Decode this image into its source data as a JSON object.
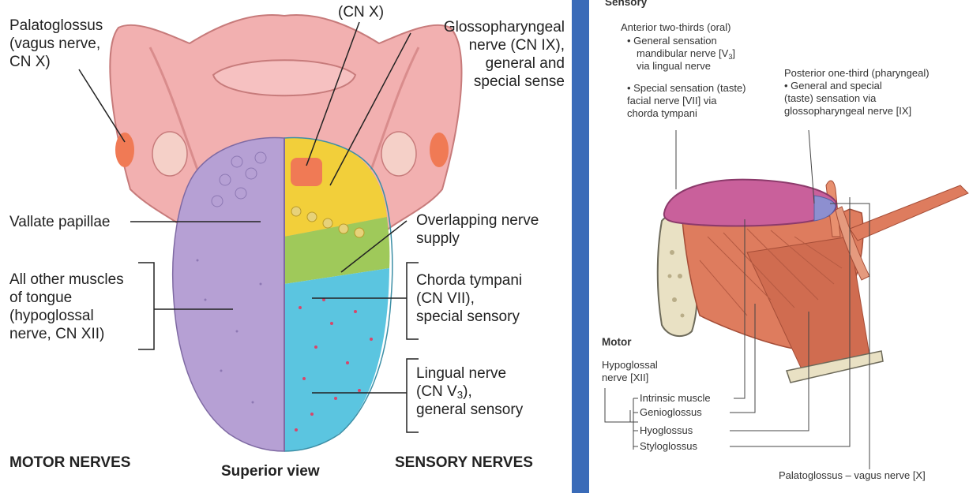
{
  "left": {
    "labels": {
      "cn_x_top": "(CN X)",
      "palatoglossus": "Palatoglossus\n(vagus nerve,\nCN X)",
      "glossopharyngeal": "Glossopharyngeal\nnerve (CN IX),\ngeneral and\nspecial sense",
      "vallate": "Vallate papillae",
      "overlapping": "Overlapping nerve\nsupply",
      "all_other": "All other muscles\nof tongue\n(hypoglossal\nnerve, CN XII)",
      "chorda": "Chorda tympani\n(CN VII),\nspecial sensory",
      "lingual_line1": "Lingual nerve",
      "lingual_cn": "(CN V",
      "lingual_sub": "3",
      "lingual_close": "),",
      "lingual_line3": "general sensory",
      "motor_nerves": "MOTOR NERVES",
      "superior_view": "Superior view",
      "sensory_nerves": "SENSORY NERVES"
    }
  },
  "right": {
    "labels": {
      "sensory_heading": "Sensory",
      "anterior": "Anterior two-thirds (oral)",
      "gen_bullet": "• General sensation",
      "mandibular": "mandibular nerve [V",
      "mandibular_sub": "3",
      "mandibular_close": "]",
      "via_lingual": "via lingual nerve",
      "special": "• Special sensation (taste)\n   facial nerve [VII] via\n   chorda tympani",
      "posterior": "Posterior one-third (pharyngeal)\n• General and special\n   (taste) sensation via\n   glossopharyngeal nerve [IX]",
      "motor_heading": "Motor",
      "hypoglossal": "Hypoglossal\nnerve [XII]",
      "intrinsic": "Intrinsic muscle",
      "genioglossus": "Genioglossus",
      "hyoglossus": "Hyoglossus",
      "styloglossus": "Styloglossus",
      "palatoglossus_vagus": "Palatoglossus – vagus nerve [X]"
    }
  },
  "colors": {
    "divider": "#3a6bb8",
    "motor_purple": "#b6a0d4",
    "sensory_blue": "#5bc5e0",
    "glossopharyngeal_yellow": "#f2cf3a",
    "overlap_green": "#9fc95a",
    "pharynx_pink": "#f2b0b0",
    "palatoglossus_orange": "#f07a55",
    "muscle_red": "#de7c5e",
    "dorsum_magenta": "#c9609b"
  }
}
